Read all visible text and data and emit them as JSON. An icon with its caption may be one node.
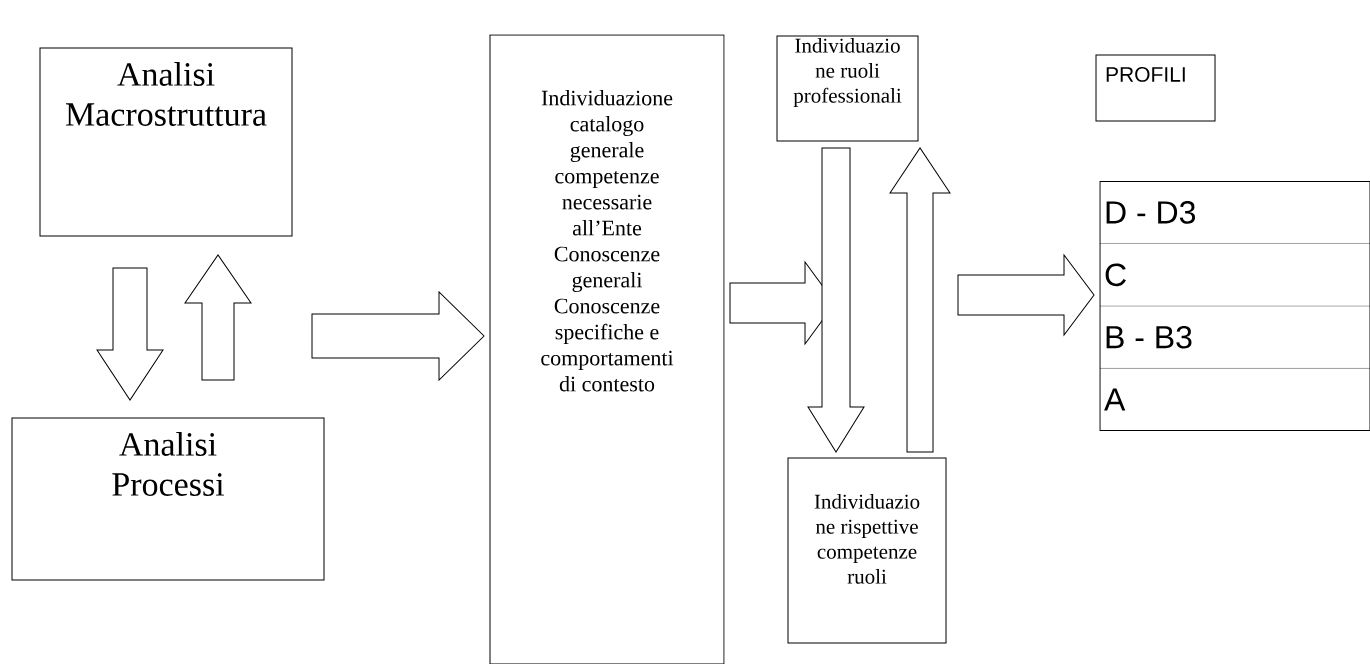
{
  "diagram": {
    "nodes": [
      {
        "text": [
          "Analisi Macrostruttura"
        ]
      },
      {
        "text": [
          "Analisi Processi"
        ]
      },
      {
        "text": [
          "Individuazione catalogo generale competenze necessarie all’Ente",
          "Conoscenze generali",
          "Conoscenze specifiche e comportamenti di contesto"
        ]
      },
      {
        "text": [
          "Individuazio ne ruoli professionali"
        ]
      },
      {
        "text": [
          "Individuazio ne rispettive competenze ruoli"
        ]
      },
      {
        "text": [
          "PROFILI"
        ]
      },
      {
        "text": [
          "D - D3",
          "C",
          "B - B3",
          "A"
        ]
      }
    ],
    "edges": [
      {
        "from": 0,
        "to": 1,
        "arrow": "to"
      },
      {
        "from": 1,
        "to": 0,
        "arrow": "to"
      },
      {
        "from": null,
        "to": 2,
        "arrow": "to"
      },
      {
        "from": 2,
        "to": null,
        "arrow": "to"
      },
      {
        "from": 3,
        "to": 4,
        "arrow": "to"
      },
      {
        "from": 4,
        "to": 3,
        "arrow": "to"
      },
      {
        "from": null,
        "to": 6,
        "arrow": "to"
      }
    ]
  }
}
